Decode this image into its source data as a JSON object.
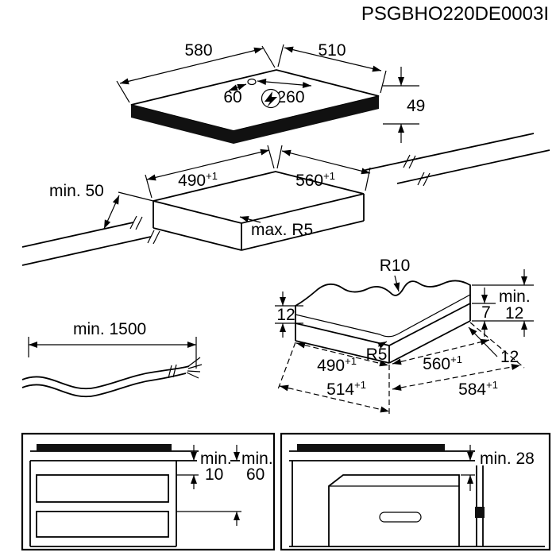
{
  "header": {
    "doc_code": "PSGBHO220DE0003I"
  },
  "hob_view": {
    "width": "580",
    "depth": "510",
    "cable_offset": "60",
    "cable_distance": "260",
    "height": "49",
    "icon": "lightning-bolt-in-circle"
  },
  "cutout_view": {
    "depth": "490",
    "depth_tol": "+1",
    "width": "560",
    "width_tol": "+1",
    "front_clearance": "min. 50",
    "corner_radius": "max. R5"
  },
  "corner_detail": {
    "edge_radius": "R10",
    "corner_radius": "R5",
    "edge_width_left": "12",
    "overlap": "7",
    "min_label": "min.",
    "min_value": "12",
    "edge_width_right": "12",
    "cutout_depth": "490",
    "cutout_depth_tol": "+1",
    "outer_depth": "514",
    "outer_depth_tol": "+1",
    "cutout_width": "560",
    "cutout_width_tol": "+1",
    "outer_width": "584",
    "outer_width_tol": "+1"
  },
  "cable_view": {
    "length": "min. 1500"
  },
  "drawer_clearance": {
    "gap_label_1": "min.",
    "gap_value_1": "10",
    "gap_label_2": "min.",
    "gap_value_2": "60"
  },
  "oven_clearance": {
    "gap": "min. 28"
  },
  "colors": {
    "line": "#000000",
    "background": "#ffffff"
  }
}
